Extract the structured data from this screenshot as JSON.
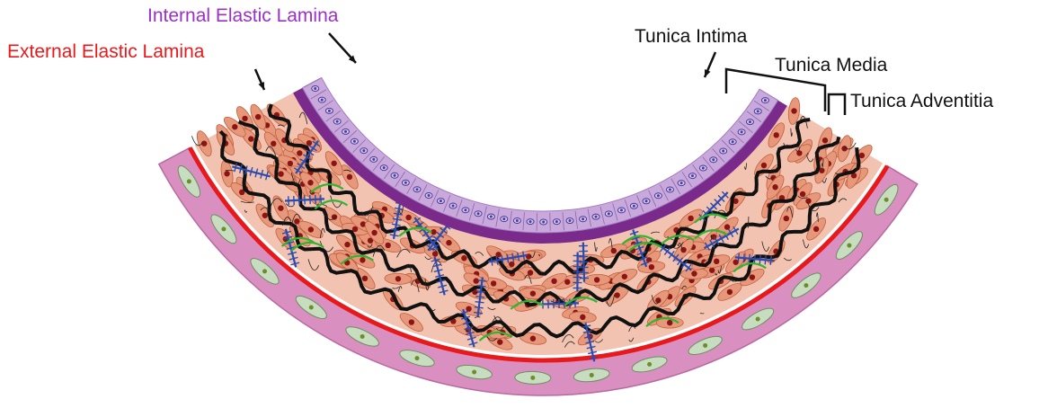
{
  "labels": {
    "internal_elastic_lamina": {
      "text": "Internal Elastic Lamina",
      "color": "#9b30c8"
    },
    "external_elastic_lamina": {
      "text": "External Elastic Lamina",
      "color": "#e8191b"
    },
    "tunica_intima": {
      "text": "Tunica Intima",
      "color": "#111111"
    },
    "tunica_media": {
      "text": "Tunica Media",
      "color": "#111111"
    },
    "tunica_adventitia": {
      "text": "Tunica Adventitia",
      "color": "#111111"
    }
  },
  "colors": {
    "adventitia": "#d98fc0",
    "adventitia_cells": "#c8dcc0",
    "external_lamina": "#e8191b",
    "media": "#f2c3b0",
    "muscle_cell": "#e8987a",
    "nucleus": "#8b1414",
    "elastic_fiber": "#111111",
    "collagen": "#2a4bb0",
    "fibril": "#2fb52f",
    "internal_lamina": "#7a2a8a",
    "intima": "#c9a8dc",
    "endothelial_cell": "#d8c8ee",
    "endothelial_nucleus": "#4a3a9a"
  }
}
